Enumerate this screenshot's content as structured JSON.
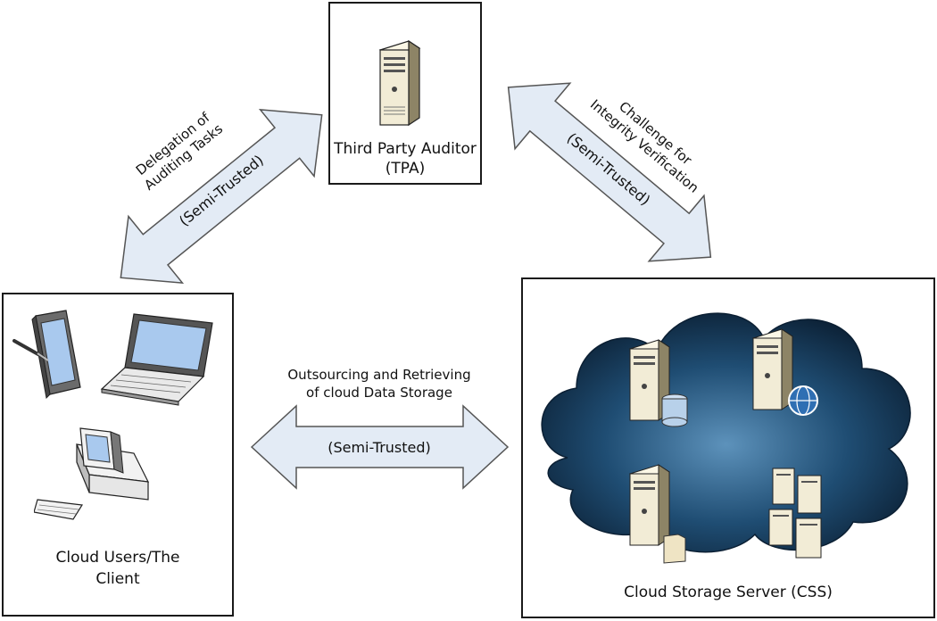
{
  "tpa": {
    "line1": "Third Party Auditor",
    "line2": "(TPA)"
  },
  "client": {
    "line1": "Cloud Users/The",
    "line2": "Client"
  },
  "css": {
    "label": "Cloud Storage Server (CSS)"
  },
  "arrow_left": {
    "line1": "Delegation of",
    "line2": "Auditing Tasks",
    "trust": "(Semi-Trusted)"
  },
  "arrow_right": {
    "line1": "Challenge for",
    "line2": "Integrity Verification",
    "trust": "(Semi-Trusted)"
  },
  "arrow_bottom": {
    "line1": "Outsourcing and Retrieving",
    "line2": "of cloud Data Storage",
    "trust": "(Semi-Trusted)"
  },
  "colors": {
    "arrow_fill": "#e3ebf5",
    "arrow_stroke": "#555555",
    "cloud_dark": "#0f2a44",
    "cloud_mid": "#3a6f99",
    "server_body": "#f2ecd6"
  }
}
